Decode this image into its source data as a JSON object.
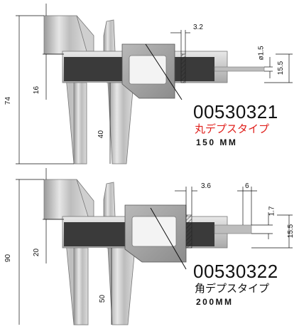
{
  "calipers": [
    {
      "part_number": "00530321",
      "depth_type": "丸デプスタイプ",
      "size": "150 MM",
      "accent_color": "#e0201c",
      "dims": {
        "overall_height": "74",
        "jaw_depth": "16",
        "lower_jaw": "40",
        "depth_width": "3.2",
        "rod_diameter": "ø1.5",
        "rod_height": "15.5"
      }
    },
    {
      "part_number": "00530322",
      "depth_type": "角デプスタイプ",
      "size": "200MM",
      "accent_color": "#111111",
      "dims": {
        "overall_height": "90",
        "jaw_depth": "20",
        "lower_jaw": "50",
        "depth_width": "3.6",
        "bar_width": "6",
        "bar_thickness": "1.7",
        "bar_height": "15.5"
      }
    }
  ]
}
